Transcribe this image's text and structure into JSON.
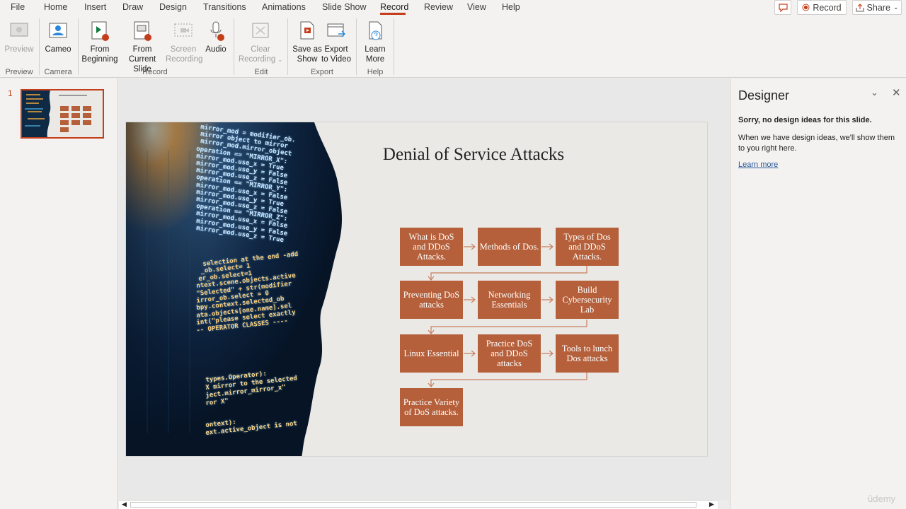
{
  "menu": {
    "tabs": [
      "File",
      "Home",
      "Insert",
      "Draw",
      "Design",
      "Transitions",
      "Animations",
      "Slide Show",
      "Record",
      "Review",
      "View",
      "Help"
    ],
    "active_tab": "Record",
    "record_label": "Record",
    "share_label": "Share"
  },
  "ribbon": {
    "preview": "Preview",
    "cameo": "Cameo",
    "from_beginning": [
      "From",
      "Beginning"
    ],
    "from_current": [
      "From",
      "Current Slide"
    ],
    "screen_recording": [
      "Screen",
      "Recording"
    ],
    "audio": "Audio",
    "clear_recording": [
      "Clear",
      "Recording"
    ],
    "save_as_show": [
      "Save as",
      "Show"
    ],
    "export_video": [
      "Export",
      "to Video"
    ],
    "learn_more": [
      "Learn",
      "More"
    ],
    "groups": {
      "preview": "Preview",
      "camera": "Camera",
      "record": "Record",
      "edit": "Edit",
      "export": "Export",
      "help": "Help"
    }
  },
  "thumbnails": {
    "number": "1"
  },
  "slide": {
    "title": "Denial of Service Attacks",
    "boxes": [
      "What is DoS and DDoS Attacks.",
      "Methods of Dos.",
      "Types of Dos and DDoS Attacks.",
      "Preventing DoS attacks",
      "Networking Essentials",
      "Build Cybersecurity Lab",
      "Linux Essential",
      "Practice DoS and DDoS attacks",
      "Tools to lunch Dos attacks",
      "Practice Variety of DoS attacks."
    ],
    "code_lines": [
      "mirror_mod = modifier_ob.",
      "mirror object to mirror",
      "mirror_mod.mirror_object",
      "operation == \"MIRROR_X\":",
      "mirror_mod.use_x = True",
      "mirror_mod.use_y = False",
      "mirror_mod.use_z = False",
      "operation == \"MIRROR_Y\":",
      "mirror_mod.use_x = False",
      "mirror_mod.use_y = True",
      "mirror_mod.use_z = False",
      "operation == \"MIRROR_Z\":",
      "mirror_mod.use_x = False",
      "mirror_mod.use_y = False",
      "mirror_mod.use_z = True",
      "selection at the end -add",
      "_ob.select= 1",
      "er_ob.select=1",
      "ntext.scene.objects.active",
      "\"Selected\" + str(modifier",
      "irror_ob.select = 0",
      "bpy.context.selected_ob",
      "ata.objects[one.name].sel",
      "int(\"please select exactly",
      "-- OPERATOR CLASSES ----",
      "types.Operator):",
      "X mirror to the selected",
      "ject.mirror_mirror_x\"",
      "ror X\"",
      "ontext):",
      "ext.active_object is not"
    ]
  },
  "designer": {
    "title": "Designer",
    "heading": "Sorry, no design ideas for this slide.",
    "message": "When we have design ideas, we'll show them to you right here.",
    "link": "Learn more"
  },
  "watermark": "ûdemy"
}
